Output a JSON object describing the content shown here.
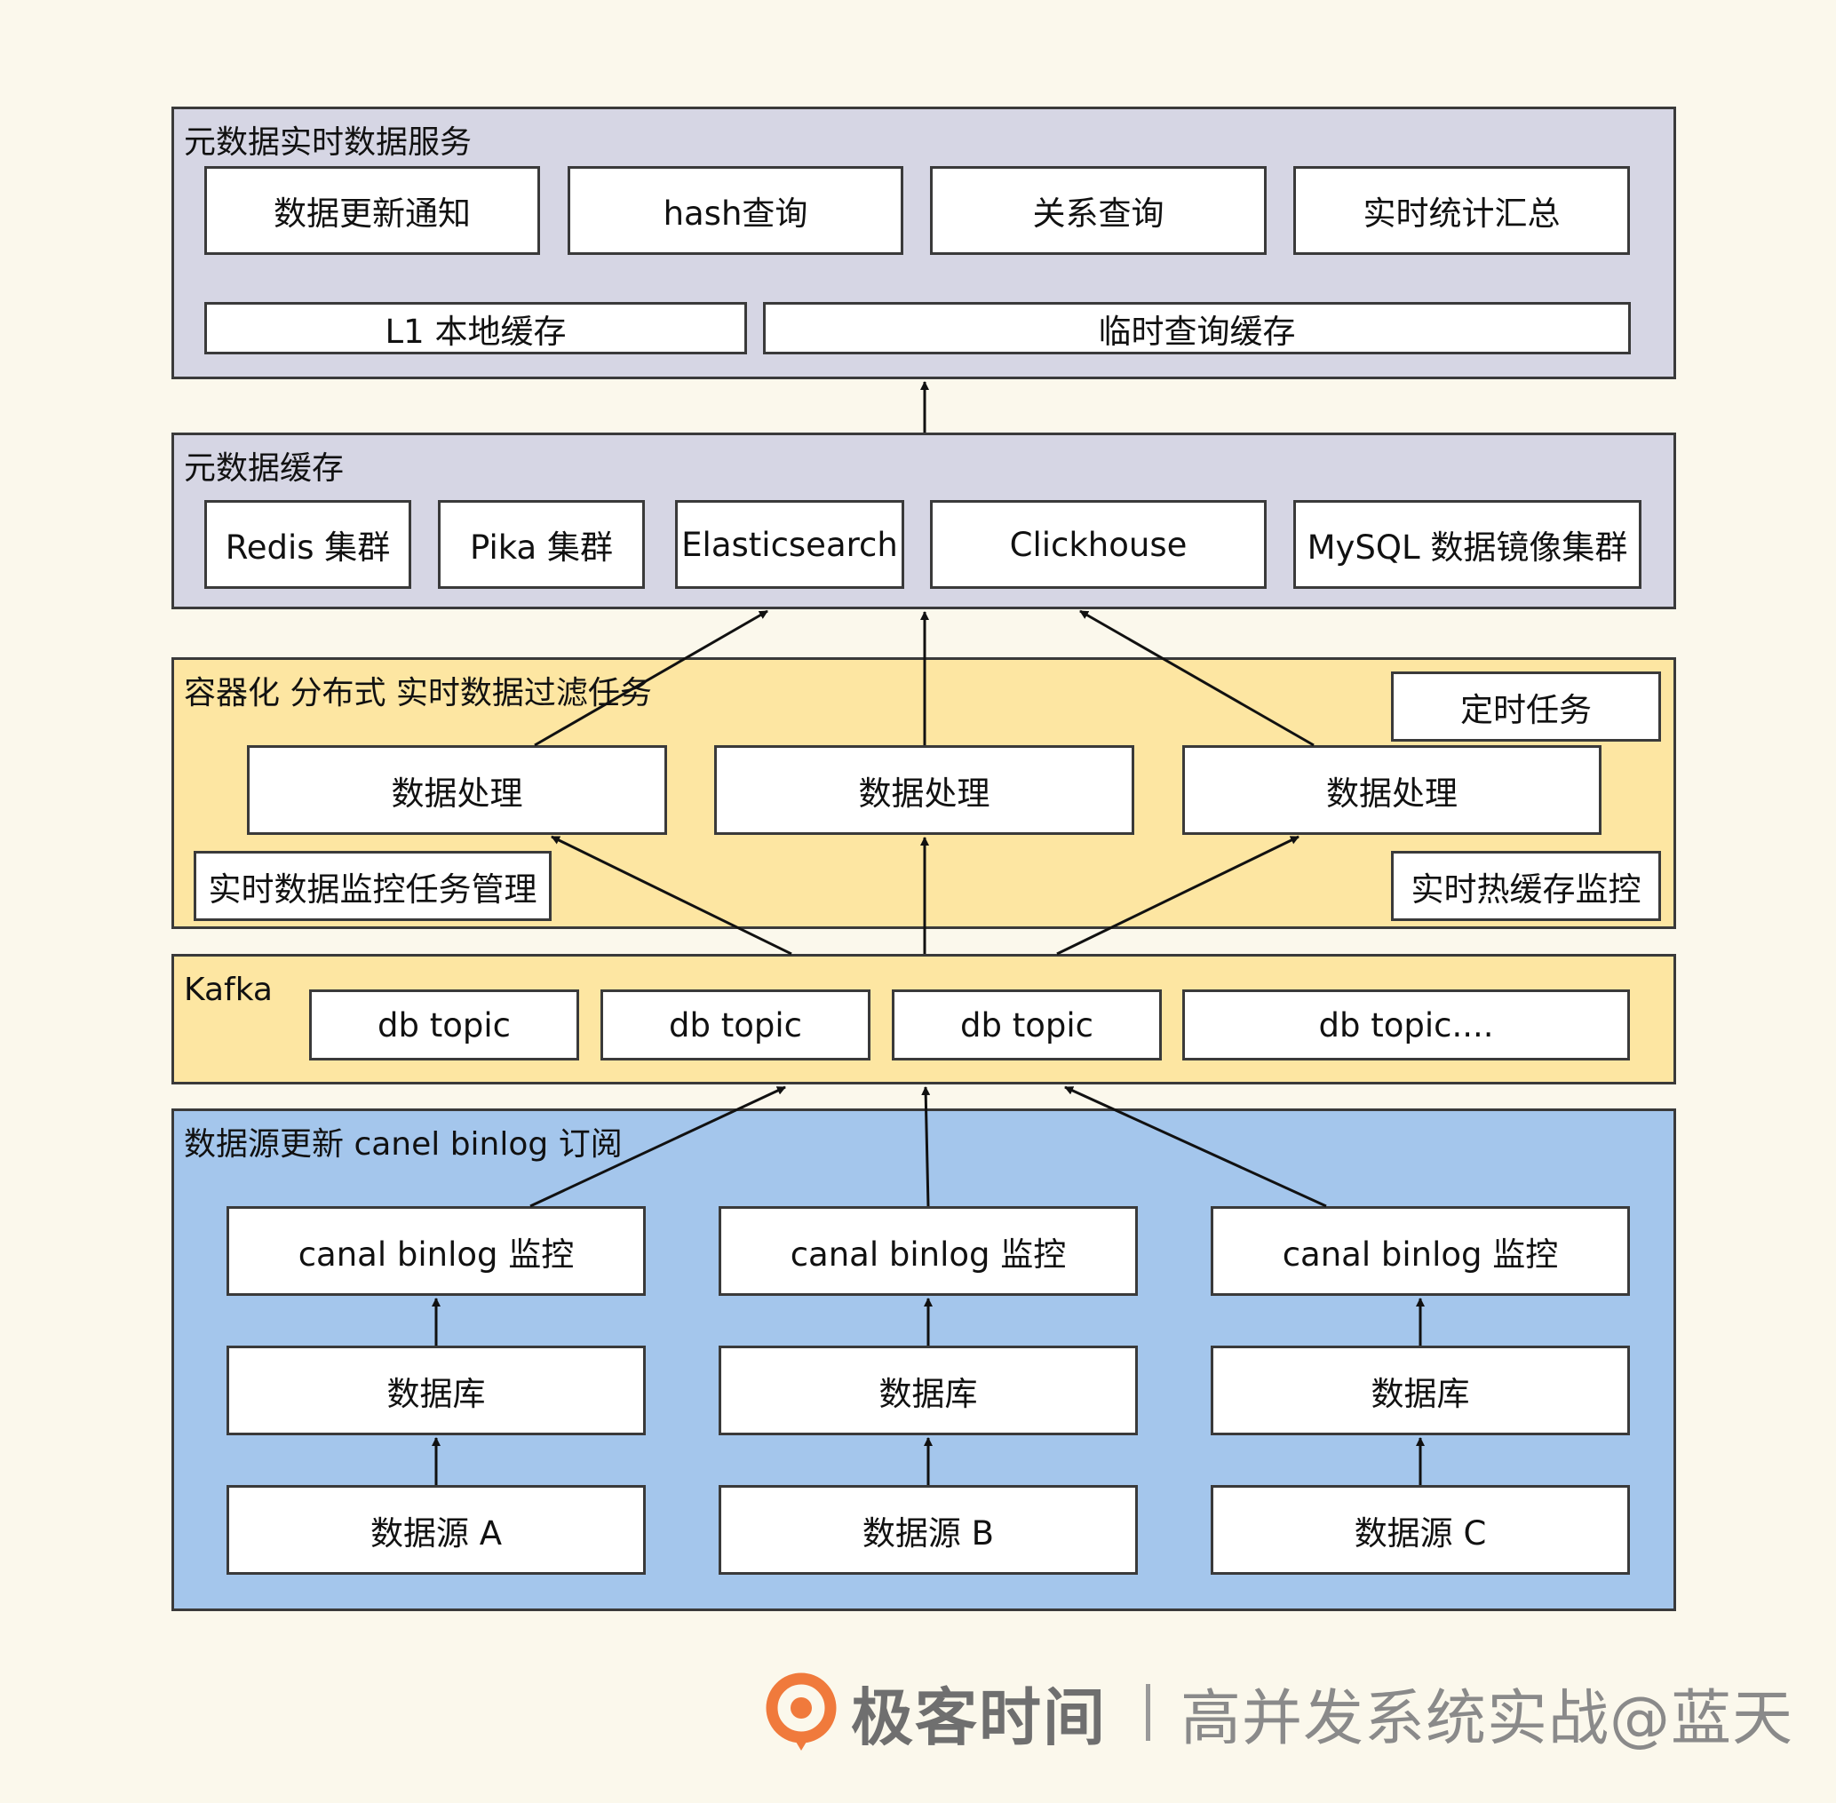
{
  "colors": {
    "background": "#fbf8ec",
    "gray_layer": "#d6d6e4",
    "yellow_layer": "#fde6a2",
    "blue_layer": "#a4c6ec",
    "box": "#ffffff",
    "border": "#3a3a3a",
    "brand_orange": "#f07a3c"
  },
  "service_layer": {
    "title": "元数据实时数据服务",
    "boxes": [
      "数据更新通知",
      "hash查询",
      "关系查询",
      "实时统计汇总"
    ],
    "l1_cache": "L1 本地缓存",
    "temp_cache": "临时查询缓存"
  },
  "cache_layer": {
    "title": "元数据缓存",
    "boxes": [
      "Redis 集群",
      "Pika 集群",
      "Elasticsearch",
      "Clickhouse",
      "MySQL 数据镜像集群"
    ]
  },
  "filter_layer": {
    "title": "容器化 分布式 实时数据过滤任务",
    "timer_task": "定时任务",
    "processors": [
      "数据处理",
      "数据处理",
      "数据处理"
    ],
    "monitor_mgmt": "实时数据监控任务管理",
    "hot_cache_monitor": "实时热缓存监控"
  },
  "kafka_layer": {
    "title": "Kafka",
    "topics": [
      "db topic",
      "db topic",
      "db topic",
      "db topic...."
    ]
  },
  "source_layer": {
    "title": "数据源更新 canel binlog 订阅",
    "monitors": [
      "canal binlog 监控",
      "canal binlog 监控",
      "canal binlog 监控"
    ],
    "databases": [
      "数据库",
      "数据库",
      "数据库"
    ],
    "sources": [
      "数据源 A",
      "数据源 B",
      "数据源 C"
    ]
  },
  "brand": {
    "name": "极客时间",
    "tagline": "高并发系统实战@蓝天"
  }
}
